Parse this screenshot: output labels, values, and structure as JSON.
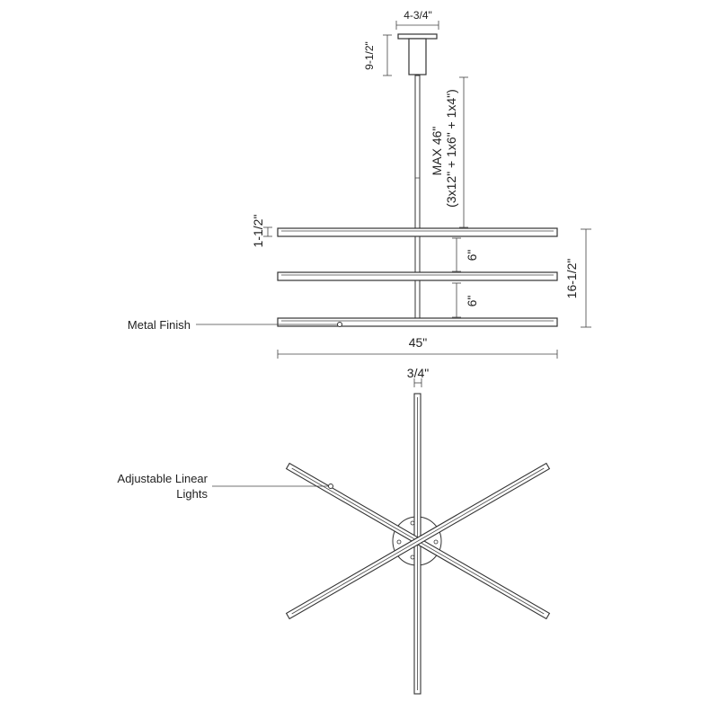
{
  "dimensions": {
    "canopy_width": "4-3/4\"",
    "canopy_height": "9-1/2\"",
    "max_drop": "MAX 46\"",
    "rod_breakdown": "(3x12\" + 1x6\" + 1x4\")",
    "bar_height": "1-1/2\"",
    "spacing_top": "6\"",
    "spacing_bottom": "6\"",
    "overall_height": "16-1/2\"",
    "overall_width": "45\"",
    "bar_depth": "3/4\""
  },
  "callouts": {
    "metal_finish": "Metal Finish",
    "adjustable_line1": "Adjustable Linear",
    "adjustable_line2": "Lights"
  }
}
